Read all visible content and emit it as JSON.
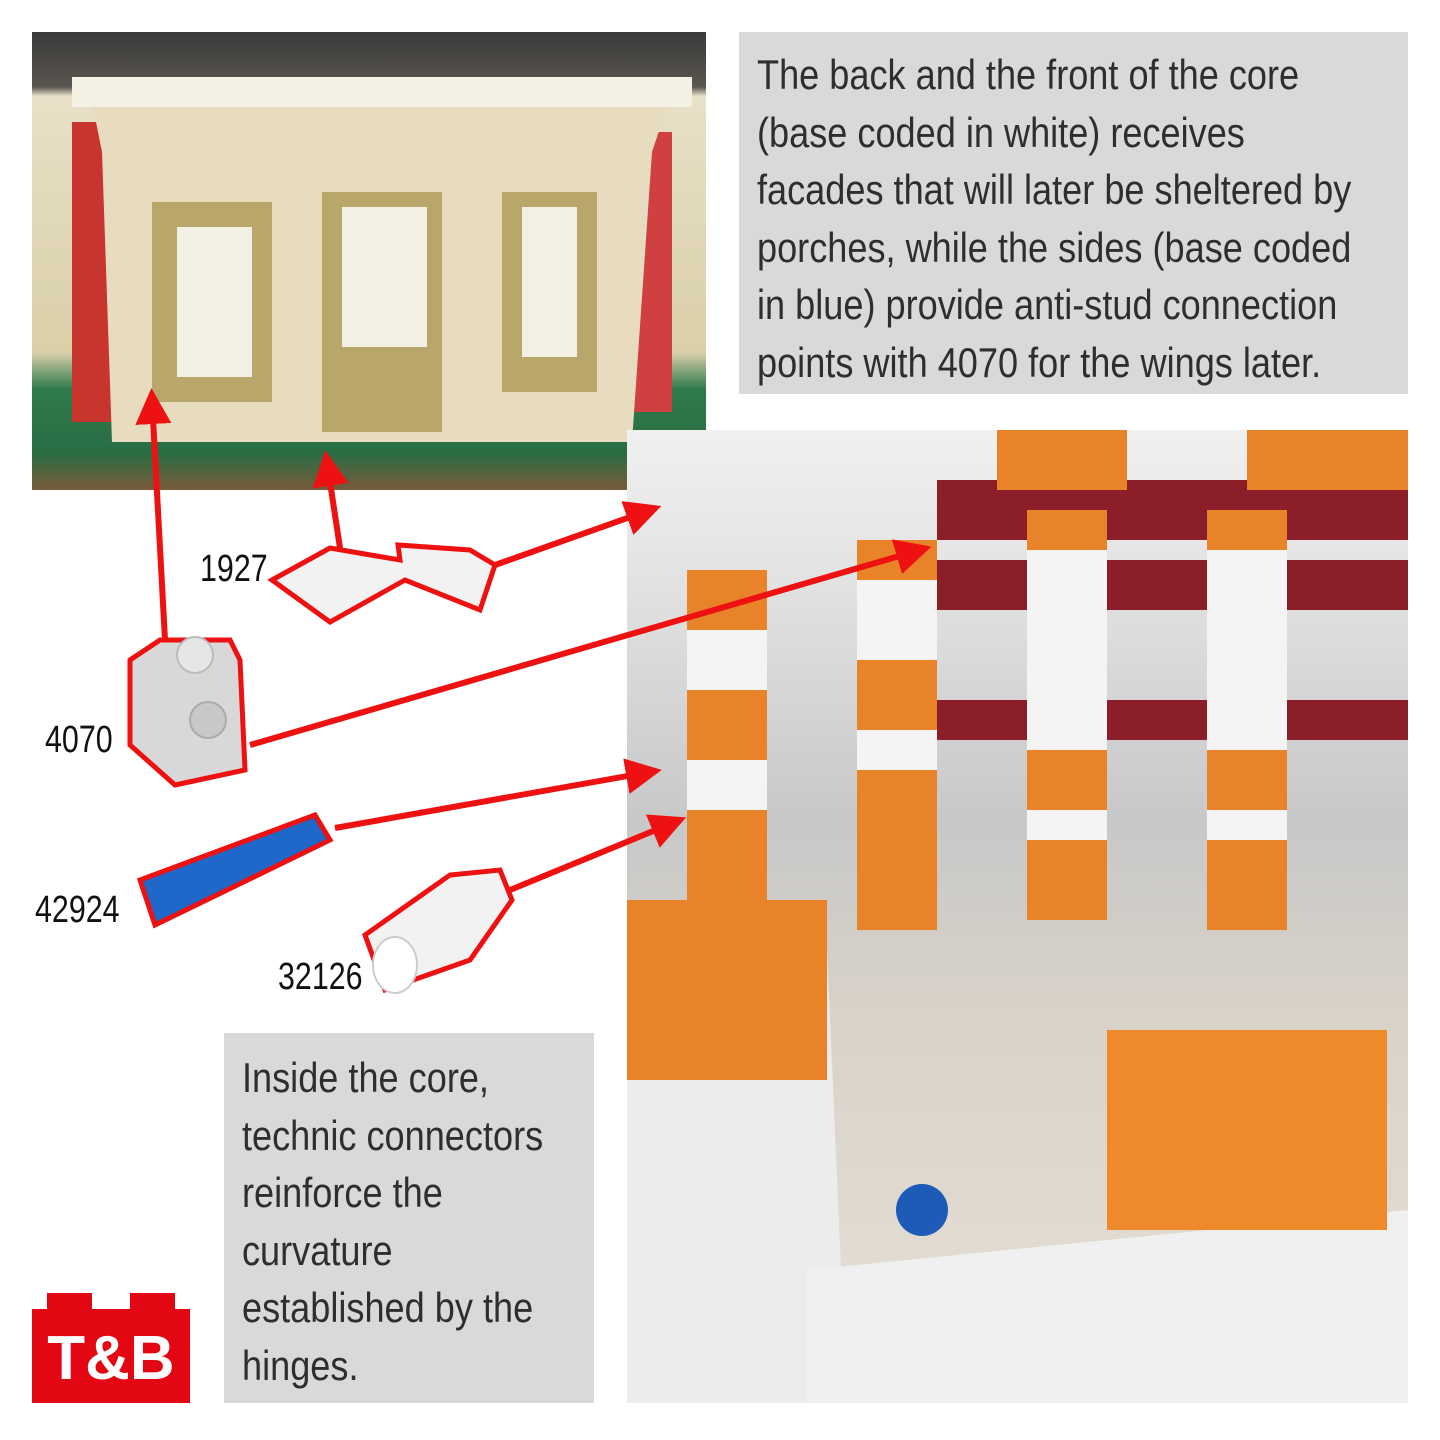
{
  "top_caption": "The back and the front of the core\n(base coded in white) receives\nfacades that will later be sheltered by\nporches, while the sides (base coded\nin blue) provide anti-stud connection\npoints with 4070 for the wings later.",
  "bottom_caption": "Inside the core,\ntechnic connectors\nreinforce the\ncurvature\nestablished by the\nhinges.",
  "parts": [
    {
      "id": "1927"
    },
    {
      "id": "4070"
    },
    {
      "id": "42924"
    },
    {
      "id": "32126"
    }
  ],
  "logo": {
    "text": "T&B",
    "color": "#e30613"
  },
  "arrow_color": "#ee1111"
}
